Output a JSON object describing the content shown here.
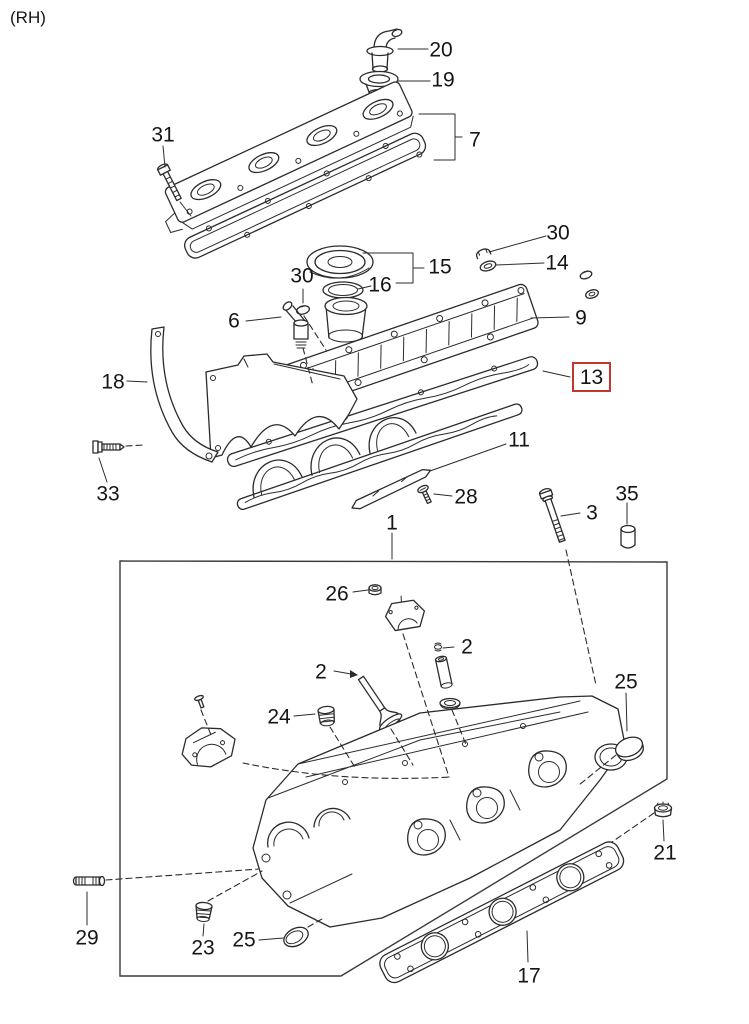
{
  "diagram": {
    "corner_label": "(RH)",
    "highlighted_callout": "13",
    "colors": {
      "line": "#2b2b2b",
      "label_text": "#151515",
      "highlight_box": "#c23730",
      "background": "#ffffff"
    },
    "callouts": {
      "c20": "20",
      "c19": "19",
      "c7": "7",
      "c31": "31",
      "c30a": "30",
      "c14": "14",
      "c15": "15",
      "c16": "16",
      "c30b": "30",
      "c9": "9",
      "c6": "6",
      "c18": "18",
      "c13": "13",
      "c11": "11",
      "c33": "33",
      "c28": "28",
      "c1": "1",
      "c3": "3",
      "c35": "35",
      "c26": "26",
      "c2a": "2",
      "c2b": "2",
      "c24": "24",
      "c25a": "25",
      "c21": "21",
      "c23": "23",
      "c25b": "25",
      "c29": "29",
      "c17": "17"
    }
  }
}
